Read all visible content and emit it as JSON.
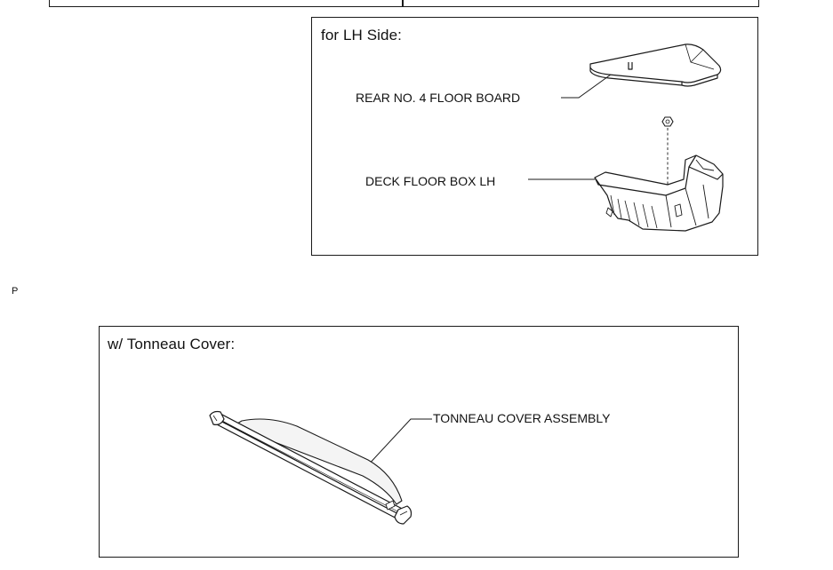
{
  "page_marker": "P",
  "lh_panel": {
    "title": "for LH Side:",
    "parts": {
      "floor_board": "REAR NO. 4 FLOOR BOARD",
      "floor_box": "DECK FLOOR BOX LH"
    }
  },
  "tonneau_panel": {
    "title": "w/ Tonneau Cover:",
    "parts": {
      "cover": "TONNEAU COVER ASSEMBLY"
    }
  }
}
